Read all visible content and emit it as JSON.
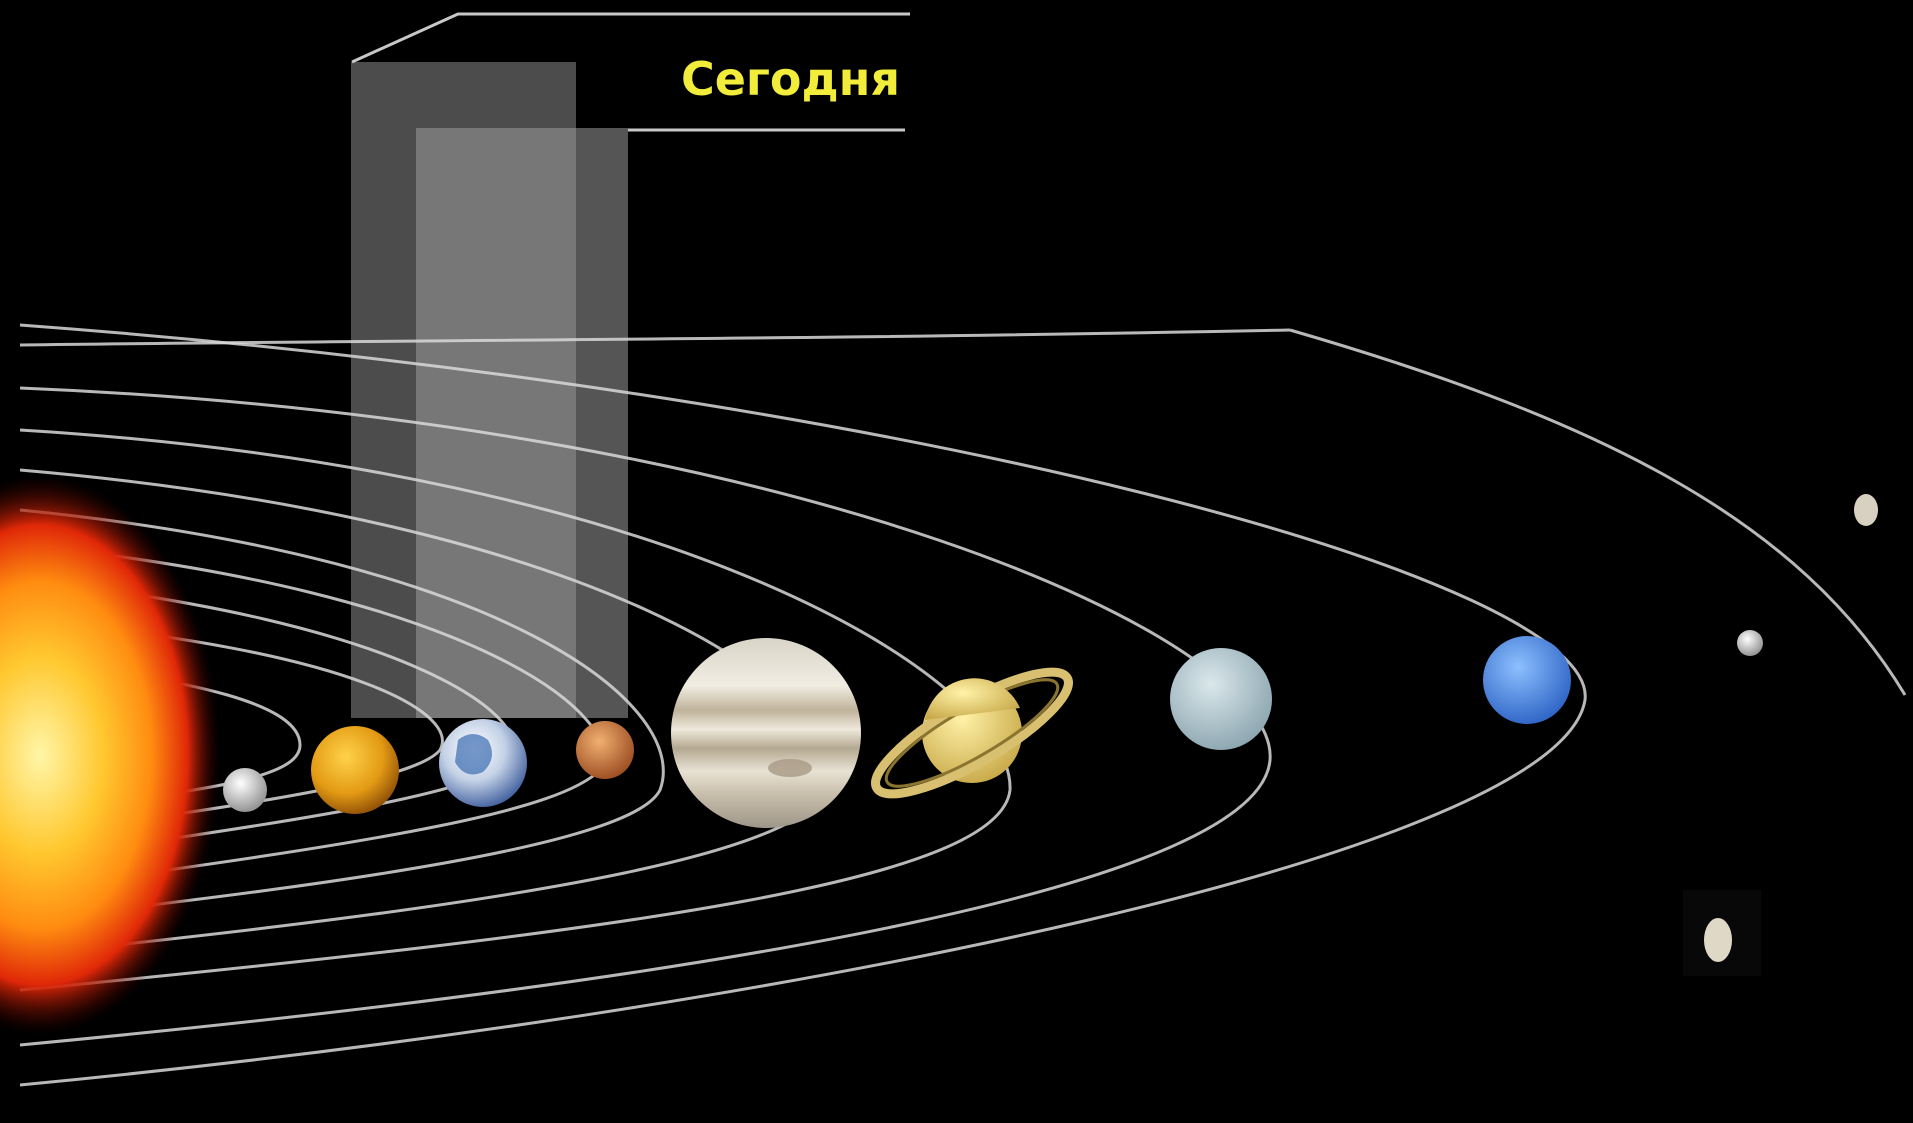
{
  "caption": {
    "text": "Сегодня",
    "color": "#f2ec3a"
  },
  "colors": {
    "background": "#000000",
    "orbit": "#d8d8d8",
    "highlight": "#8a8a8a",
    "sun_core": "#ffc830",
    "sun_edge": "#d01808"
  },
  "bodies": [
    {
      "name": "sun",
      "icon": "sun-icon"
    },
    {
      "name": "mercury",
      "icon": "mercury-icon"
    },
    {
      "name": "venus",
      "icon": "venus-icon"
    },
    {
      "name": "earth",
      "icon": "earth-icon"
    },
    {
      "name": "mars",
      "icon": "mars-icon"
    },
    {
      "name": "jupiter",
      "icon": "jupiter-icon"
    },
    {
      "name": "saturn",
      "icon": "saturn-icon"
    },
    {
      "name": "uranus",
      "icon": "uranus-icon"
    },
    {
      "name": "neptune",
      "icon": "neptune-icon"
    },
    {
      "name": "pluto",
      "icon": "pluto-icon"
    },
    {
      "name": "asteroid",
      "icon": "asteroid-icon"
    }
  ]
}
